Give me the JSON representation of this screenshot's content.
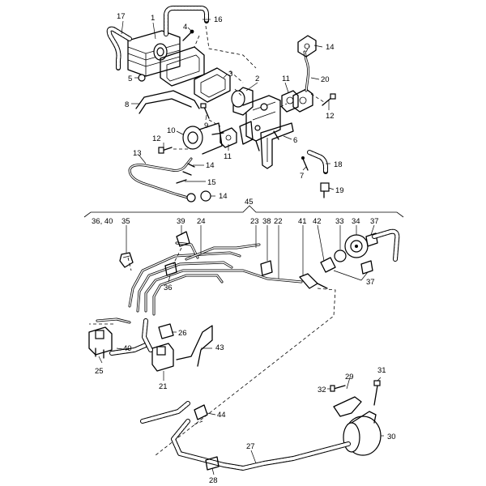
{
  "diagram": {
    "callouts": [
      {
        "id": "c1",
        "text": "1"
      },
      {
        "id": "c2",
        "text": "2"
      },
      {
        "id": "c3",
        "text": "3"
      },
      {
        "id": "c4",
        "text": "4"
      },
      {
        "id": "c5",
        "text": "5"
      },
      {
        "id": "c6",
        "text": "6"
      },
      {
        "id": "c7",
        "text": "7"
      },
      {
        "id": "c8",
        "text": "8"
      },
      {
        "id": "c9",
        "text": "9"
      },
      {
        "id": "c10",
        "text": "10"
      },
      {
        "id": "c11a",
        "text": "11"
      },
      {
        "id": "c11b",
        "text": "11"
      },
      {
        "id": "c12a",
        "text": "12"
      },
      {
        "id": "c12b",
        "text": "12"
      },
      {
        "id": "c13",
        "text": "13"
      },
      {
        "id": "c14a",
        "text": "14"
      },
      {
        "id": "c14b",
        "text": "14"
      },
      {
        "id": "c14c",
        "text": "14"
      },
      {
        "id": "c15",
        "text": "15"
      },
      {
        "id": "c16",
        "text": "16"
      },
      {
        "id": "c17",
        "text": "17"
      },
      {
        "id": "c18",
        "text": "18"
      },
      {
        "id": "c19",
        "text": "19"
      },
      {
        "id": "c20",
        "text": "20"
      },
      {
        "id": "c45",
        "text": "45"
      },
      {
        "id": "c36_40",
        "text": "36, 40"
      },
      {
        "id": "c35",
        "text": "35"
      },
      {
        "id": "c39",
        "text": "39"
      },
      {
        "id": "c24",
        "text": "24"
      },
      {
        "id": "c23",
        "text": "23"
      },
      {
        "id": "c38",
        "text": "38"
      },
      {
        "id": "c22",
        "text": "22"
      },
      {
        "id": "c41",
        "text": "41"
      },
      {
        "id": "c42",
        "text": "42"
      },
      {
        "id": "c33",
        "text": "33"
      },
      {
        "id": "c34",
        "text": "34"
      },
      {
        "id": "c37a",
        "text": "37"
      },
      {
        "id": "c37b",
        "text": "37"
      },
      {
        "id": "c36",
        "text": "36"
      },
      {
        "id": "c26",
        "text": "26"
      },
      {
        "id": "c40",
        "text": "40"
      },
      {
        "id": "c43",
        "text": "43"
      },
      {
        "id": "c25",
        "text": "25"
      },
      {
        "id": "c21",
        "text": "21"
      },
      {
        "id": "c44",
        "text": "44"
      },
      {
        "id": "c32",
        "text": "32"
      },
      {
        "id": "c29",
        "text": "29"
      },
      {
        "id": "c31",
        "text": "31"
      },
      {
        "id": "c30",
        "text": "30"
      },
      {
        "id": "c27",
        "text": "27"
      },
      {
        "id": "c28",
        "text": "28"
      }
    ]
  }
}
